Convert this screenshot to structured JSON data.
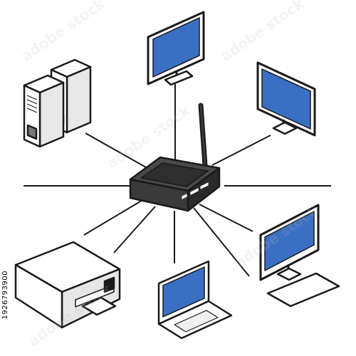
{
  "diagram": {
    "type": "network-topology",
    "hub": "router",
    "nodes": [
      "monitor-top",
      "monitor-top-right",
      "server-tower-pair",
      "printer",
      "laptop",
      "desktop-computer"
    ]
  },
  "colors": {
    "outline": "#1a1a1a",
    "screen": "#3b6fc4",
    "router_body": "#3a3a3a",
    "device_body": "#ffffff"
  },
  "image_code": "1926793900",
  "watermark": "adobe stock"
}
